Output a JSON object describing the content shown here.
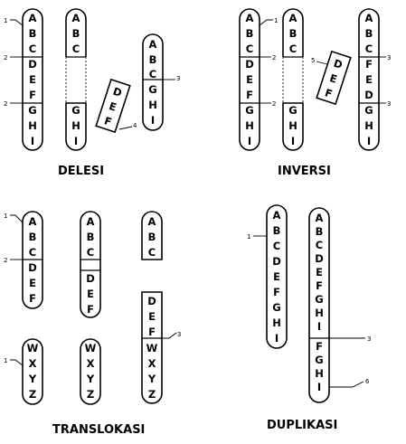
{
  "panels": {
    "delesi": {
      "title": "DELESI",
      "chromosomes": {
        "original": [
          "A",
          "B",
          "C",
          "D",
          "E",
          "F",
          "G",
          "H",
          "I"
        ],
        "broken_top": [
          "A",
          "B",
          "C"
        ],
        "broken_bottom": [
          "G",
          "H",
          "I"
        ],
        "fragment": [
          "D",
          "E",
          "F"
        ],
        "result": [
          "A",
          "B",
          "C",
          "G",
          "H",
          "I"
        ]
      },
      "markers": {
        "m1": "1",
        "m2a": "2",
        "m2b": "2",
        "m3": "3",
        "m4": "4"
      }
    },
    "inversi": {
      "title": "INVERSI",
      "chromosomes": {
        "original": [
          "A",
          "B",
          "C",
          "D",
          "E",
          "F",
          "G",
          "H",
          "I"
        ],
        "broken_top": [
          "A",
          "B",
          "C"
        ],
        "broken_bottom": [
          "G",
          "H",
          "I"
        ],
        "fragment": [
          "D",
          "E",
          "F"
        ],
        "result": [
          "A",
          "B",
          "C",
          "F",
          "E",
          "D",
          "G",
          "H",
          "I"
        ]
      },
      "markers": {
        "m1": "1",
        "m2a": "2",
        "m2b": "2",
        "m5": "5",
        "m3a": "3",
        "m3b": "3"
      }
    },
    "translokasi": {
      "title": "TRANSLOKASI",
      "chromosomes": {
        "original": [
          "A",
          "B",
          "C",
          "D",
          "E",
          "F"
        ],
        "split_top": [
          "A",
          "B",
          "C"
        ],
        "split_bottom": [
          "D",
          "E",
          "F"
        ],
        "piece_abc": [
          "A",
          "B",
          "C"
        ],
        "piece_def": [
          "D",
          "E",
          "F"
        ],
        "wxyz_1": [
          "W",
          "X",
          "Y",
          "Z"
        ],
        "wxyz_2": [
          "W",
          "X",
          "Y",
          "Z"
        ],
        "wxyz_3": [
          "W",
          "X",
          "Y",
          "Z"
        ]
      },
      "markers": {
        "m1": "1",
        "m2": "2",
        "m1b": "1",
        "m3": "3"
      }
    },
    "duplikasi": {
      "title": "DUPLIKASI",
      "chromosomes": {
        "original": [
          "A",
          "B",
          "C",
          "D",
          "E",
          "F",
          "G",
          "H",
          "I"
        ],
        "result": [
          "A",
          "B",
          "C",
          "D",
          "E",
          "F",
          "G",
          "H",
          "I",
          "F",
          "G",
          "H",
          "I"
        ]
      },
      "markers": {
        "m1": "1",
        "m3": "3",
        "m6": "6"
      }
    }
  }
}
